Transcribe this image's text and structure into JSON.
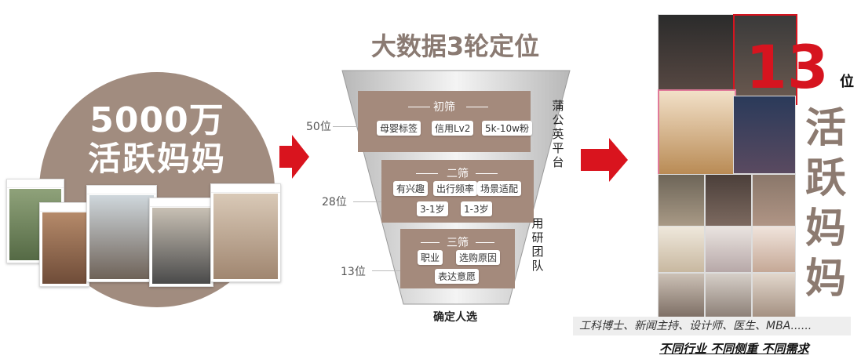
{
  "left": {
    "line1": "5000万",
    "line2": "活跃妈妈"
  },
  "funnel": {
    "title": "大数据3轮定位",
    "stages": [
      {
        "name": "初筛",
        "level": "50位",
        "tags": [
          "母婴标签",
          "信用Lv2",
          "5k-10w粉"
        ]
      },
      {
        "name": "二筛",
        "level": "28位",
        "tags": [
          "有兴趣",
          "出行频率",
          "场景适配",
          "3-1岁",
          "1-3岁"
        ]
      },
      {
        "name": "三筛",
        "level": "13位",
        "tags": [
          "职业",
          "选购原因",
          "表达意愿"
        ]
      }
    ],
    "bottom_label": "确定人选",
    "side_label_1": [
      "蒲",
      "公",
      "英",
      "平",
      "台"
    ],
    "side_label_2": [
      "用",
      "研",
      "团",
      "队"
    ]
  },
  "right": {
    "count": "13",
    "count_unit": "位",
    "vertical": [
      "活",
      "跃",
      "妈",
      "妈"
    ],
    "careers": "工科博士、新闻主持、设计师、医生、MBA......",
    "slogan": "不同行业 不同侧重 不同需求"
  },
  "colors": {
    "brand_brown": "#a48a7c",
    "accent_red": "#d6141f",
    "arrow_red": "#d9141e"
  }
}
